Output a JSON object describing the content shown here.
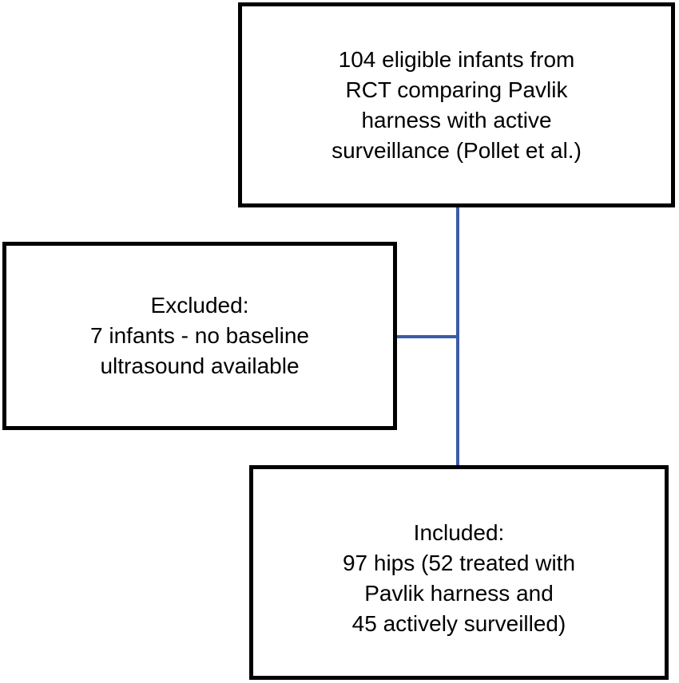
{
  "diagram": {
    "type": "flowchart",
    "boxes": {
      "eligible": {
        "lines": [
          "104 eligible infants from",
          "RCT comparing Pavlik",
          "harness with active",
          "surveillance (Pollet et al.)"
        ]
      },
      "excluded": {
        "lines": [
          "Excluded:",
          "7 infants - no baseline",
          "ultrasound available"
        ]
      },
      "included": {
        "lines": [
          "Included:",
          "97 hips (52 treated with",
          "Pavlik harness and",
          "45 actively surveilled)"
        ]
      }
    },
    "connectors": [
      {
        "name": "eligible-to-included",
        "direction": "vertical"
      },
      {
        "name": "excluded-branch",
        "direction": "horizontal"
      }
    ]
  },
  "colors": {
    "box_border": "#000000",
    "connector_blue": "#3a5ca8",
    "background": "#ffffff",
    "text": "#000000"
  }
}
